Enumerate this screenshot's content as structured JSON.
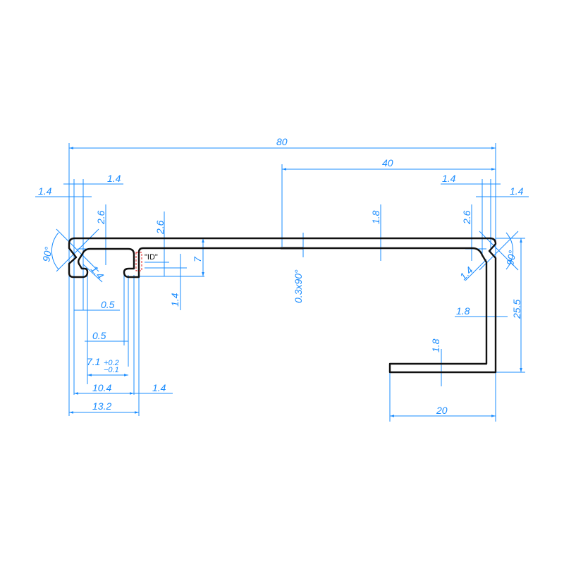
{
  "drawing": {
    "id_label": "\"ID\"",
    "colors": {
      "dimension": "#1a8cff",
      "profile": "#111111",
      "id_marker": "#e02020"
    },
    "dimensions": {
      "overall_width": "80",
      "half_width": "40",
      "top_left_1_4_a": "1.4",
      "top_left_1_4_b": "1.4",
      "top_right_1_4_a": "1.4",
      "top_right_1_4_b": "1.4",
      "left_2_6": "2.6",
      "mid_2_6": "2.6",
      "center_1_8": "1.8",
      "right_2_6": "2.6",
      "height_7": "7",
      "lip_1_4": "1.4",
      "groove": "0.3x90°",
      "right_height": "25.5",
      "wall_1_8": "1.8",
      "bottom_1_8": "1.8",
      "gap_0_5_a": "0.5",
      "gap_0_5_b": "0.5",
      "slot_width": "7.1",
      "slot_tol_plus": "+0.2",
      "slot_tol_minus": "−0.1",
      "width_10_4": "10.4",
      "wall_1_4": "1.4",
      "width_13_2": "13.2",
      "flange_20": "20",
      "angle_left": "90°",
      "angle_right": "90°",
      "chamfer_left": "1.4",
      "chamfer_right": "1.4"
    }
  }
}
